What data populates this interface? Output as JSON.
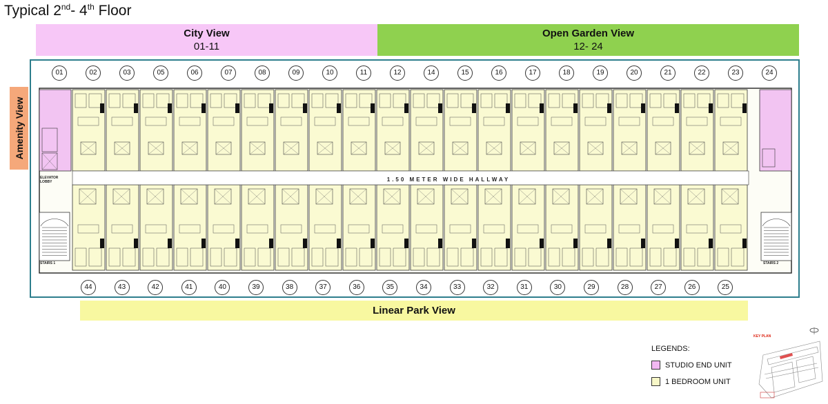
{
  "title": {
    "main": "Typical 2",
    "sup1": "nd",
    "mid": "- 4",
    "sup2": "th",
    "end": " Floor"
  },
  "views": {
    "city": {
      "title": "City View",
      "sub": "01-11"
    },
    "garden": {
      "title": "Open Garden View",
      "sub": "12- 24"
    },
    "park": {
      "title": "Linear Park View"
    },
    "amenity": {
      "title": "Amenity View"
    }
  },
  "top_units": [
    "01",
    "02",
    "03",
    "05",
    "06",
    "07",
    "08",
    "09",
    "10",
    "11",
    "12",
    "14",
    "15",
    "16",
    "17",
    "18",
    "19",
    "20",
    "21",
    "22",
    "23",
    "24"
  ],
  "bottom_units": [
    "44",
    "43",
    "42",
    "41",
    "40",
    "39",
    "38",
    "37",
    "36",
    "35",
    "34",
    "33",
    "32",
    "31",
    "30",
    "29",
    "28",
    "27",
    "26",
    "25"
  ],
  "plan_labels": {
    "hallway": "1.50 METER WIDE HALLWAY",
    "stairs_left": "STAIRS 1",
    "stairs_right": "STAIRS 2",
    "elevator_lobby": "ELEVATOR LOBBY"
  },
  "legend": {
    "title": "LEGENDS:",
    "items": [
      {
        "label": "STUDIO END UNIT",
        "color": "#f2b8f2"
      },
      {
        "label": "1 BEDROOM UNIT",
        "color": "#f8f8c8"
      }
    ]
  },
  "keyplan": {
    "label": "KEY PLAN"
  },
  "colors": {
    "studio": "#f2c4f2",
    "one_bedroom": "#fafad2",
    "frame": "#2c7d8c",
    "city": "#f7c7f7",
    "garden": "#8fd14f",
    "park": "#f8f8a0",
    "amenity": "#f5a87a"
  }
}
